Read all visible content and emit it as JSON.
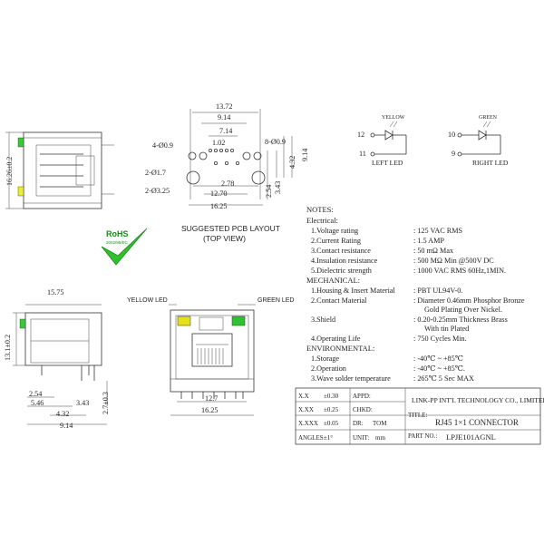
{
  "top_view": {
    "dims": [
      "13.72",
      "9.14",
      "7.14",
      "1.02",
      "4-Ø0.9",
      "8-Ø0.9",
      "2-Ø1.7",
      "2-Ø3.25",
      "2.78",
      "12.70",
      "16.25",
      "2.54",
      "3.43",
      "4.32",
      "9.14"
    ],
    "title": "SUGGESTED PCB LAYOUT",
    "subtitle": "(TOP VIEW)"
  },
  "side_dims": [
    "16.26±0.2"
  ],
  "front_view": {
    "dims": [
      "15.75",
      "13.1±0.2",
      "2.54",
      "5.46",
      "4.32",
      "9.14",
      "3.43",
      "2.7±0.3",
      "12.7",
      "16.25"
    ],
    "yellow_led_label": "YELLOW LED",
    "green_led_label": "GREEN LED"
  },
  "led": {
    "yellow": "YELLOW",
    "green": "GREEN",
    "pins_left": [
      "12",
      "11"
    ],
    "pins_right": [
      "10",
      "9"
    ],
    "left_label": "LEFT LED",
    "right_label": "RIGHT LED"
  },
  "rohs": {
    "text": "RoHS",
    "sub": "2002/95/EC"
  },
  "notes": {
    "title": "NOTES:",
    "electrical_title": "Electrical:",
    "electrical": [
      {
        "label": "1.Voltage rating",
        "value": ": 125 VAC RMS"
      },
      {
        "label": "2.Current Rating",
        "value": ": 1.5 AMP"
      },
      {
        "label": "3.Contact resistance",
        "value": ": 50 mΩ Max"
      },
      {
        "label": "4.Insulation resistance",
        "value": ": 500 MΩ Min @500V DC"
      },
      {
        "label": "5.Dielectric strength",
        "value": ": 1000 VAC RMS 60Hz,1MIN."
      }
    ],
    "mechanical_title": "MECHANICAL:",
    "mechanical": [
      {
        "label": "1.Housing & Insert Material",
        "value": ": PBT UL94V-0."
      },
      {
        "label": "2.Contact Material",
        "value": ": Diameter 0.46mm Phosphor Bronze"
      },
      {
        "label": "",
        "value": "Gold Plating Over Nickel."
      },
      {
        "label": "3.Shield",
        "value": ": 0.20-0.25mm Thickness Brass"
      },
      {
        "label": "",
        "value": "With tin Plated"
      },
      {
        "label": "4.Operating Life",
        "value": ": 750 Cycles Min."
      }
    ],
    "environmental_title": "ENVIRONMENTAL:",
    "environmental": [
      {
        "label": "1.Storage",
        "value": ": -40℃ ~ +85℃"
      },
      {
        "label": "2.Operation",
        "value": ": -40℃ ~ +85℃."
      },
      {
        "label": "3.Wave solder temperature",
        "value": ": 265℃ 5 Sec MAX"
      }
    ]
  },
  "title_block": {
    "tol_x": "X.X",
    "tol_x_val": "±0.30",
    "tol_xx": "X.XX",
    "tol_xx_val": "±0.25",
    "tol_xxx": "X.XXX",
    "tol_xxx_val": "±0.05",
    "angles": "ANGLES",
    "angles_val": "±1°",
    "appd": "APPD:",
    "chkd": "CHKD:",
    "dr": "DR:",
    "dr_val": "TOM",
    "unit": "UNIT:",
    "unit_val": "mm",
    "company": "LINK-PP INT'L TECHNOLOGY CO., LIMITED",
    "title_label": "TITLE:",
    "title_val": "RJ45 1×1 CONNECTOR",
    "part_label": "PART NO.:",
    "part_val": "LPJE101AGNL"
  }
}
